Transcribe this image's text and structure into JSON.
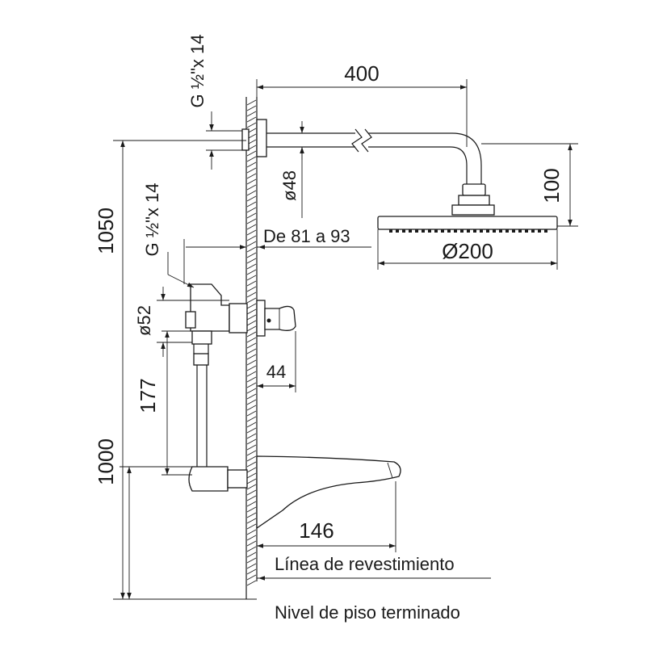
{
  "dimensions": {
    "arm_length": "400",
    "thread_top": "G ½\"x 14",
    "arm_diameter": "ø48",
    "total_height": "1050",
    "drop": "100",
    "head_diameter": "Ø200",
    "wall_range": "De 81 a 93",
    "thread_mid": "G ½\"x 14",
    "valve_diameter": "ø52",
    "handle_projection": "44",
    "riser_length": "177",
    "spout_height": "1000",
    "spout_length": "146"
  },
  "labels": {
    "finish_line": "Línea de revestimiento",
    "floor_level": "Nivel de piso terminado"
  }
}
